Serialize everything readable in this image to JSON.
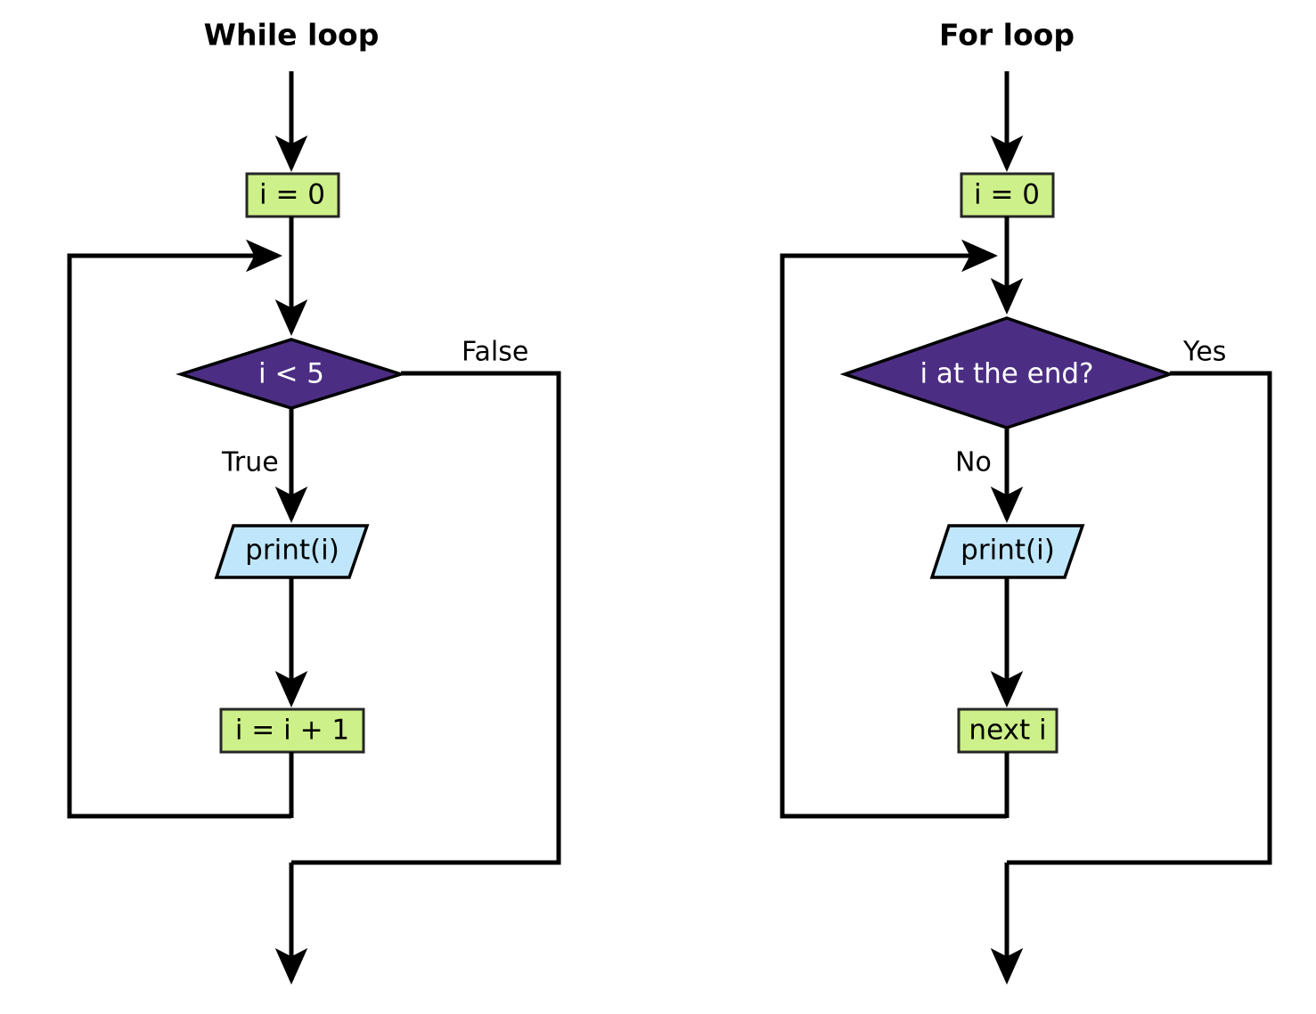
{
  "diagram": {
    "title_left": "While loop",
    "title_right": "For loop",
    "background_color": "#ffffff",
    "colors": {
      "process_fill": "#CDF08A",
      "decision_fill": "#4B2E83",
      "io_fill": "#BFE6FB",
      "stroke": "#000000",
      "decision_text": "#ffffff",
      "process_text": "#000000"
    }
  },
  "while_loop": {
    "title": "While loop",
    "nodes": {
      "init": {
        "label": "i = 0",
        "shape": "process",
        "fill": "#CDF08A"
      },
      "condition": {
        "label": "i < 5",
        "shape": "decision",
        "fill": "#4B2E83"
      },
      "body": {
        "label": "print(i)",
        "shape": "io-parallelogram",
        "fill": "#BFE6FB"
      },
      "increment": {
        "label": "i = i + 1",
        "shape": "process",
        "fill": "#CDF08A"
      }
    },
    "edge_labels": {
      "branch_false": "False",
      "branch_true": "True"
    }
  },
  "for_loop": {
    "title": "For loop",
    "nodes": {
      "init": {
        "label": "i = 0",
        "shape": "process",
        "fill": "#CDF08A"
      },
      "condition": {
        "label": "i at the end?",
        "shape": "decision",
        "fill": "#4B2E83"
      },
      "body": {
        "label": "print(i)",
        "shape": "io-parallelogram",
        "fill": "#BFE6FB"
      },
      "increment": {
        "label": "next i",
        "shape": "process",
        "fill": "#CDF08A"
      }
    },
    "edge_labels": {
      "branch_yes": "Yes",
      "branch_no": "No"
    }
  }
}
